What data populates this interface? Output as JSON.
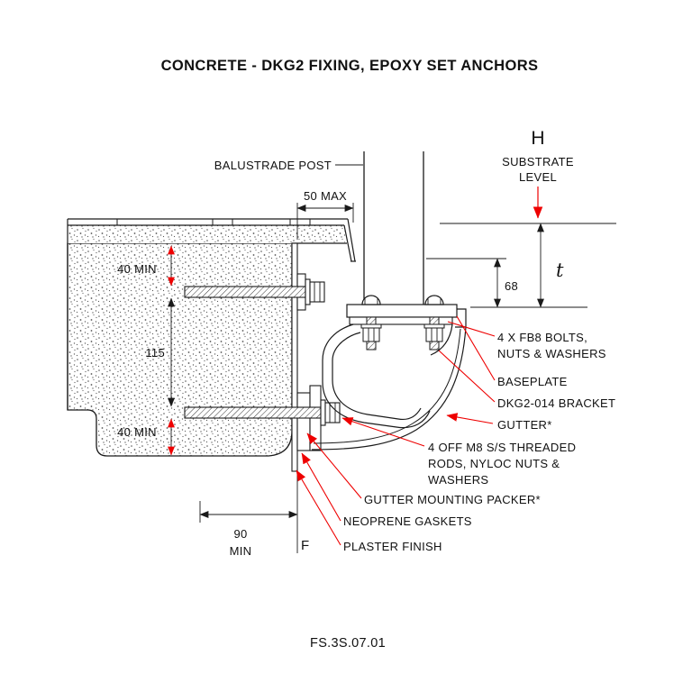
{
  "title": "CONCRETE - DKG2 FIXING, EPOXY SET ANCHORS",
  "footer": {
    "drawing_number": "FS.3S.07.01"
  },
  "colors": {
    "line": "#1a1a1a",
    "annotation": "#ee0000"
  },
  "dimensions": {
    "max_50": "50 MAX",
    "min_40_top": "40 MIN",
    "d115": "115",
    "d68": "68",
    "t": "t",
    "h": "H",
    "min_40_bottom": "40 MIN",
    "d90": "90",
    "d90_min": "MIN",
    "f": "F"
  },
  "callouts": {
    "balustrade_post": "BALUSTRADE POST",
    "substrate_line1": "SUBSTRATE",
    "substrate_line2": "LEVEL",
    "fb8_line1": "4 X FB8 BOLTS,",
    "fb8_line2": "NUTS & WASHERS",
    "baseplate": "BASEPLATE",
    "bracket": "DKG2-014 BRACKET",
    "gutter": "GUTTER*",
    "rods_line1": "4 OFF M8 S/S THREADED",
    "rods_line2": "RODS, NYLOC NUTS &",
    "rods_line3": "WASHERS",
    "packer": "GUTTER MOUNTING PACKER*",
    "gaskets": "NEOPRENE GASKETS",
    "plaster": "PLASTER FINISH"
  }
}
